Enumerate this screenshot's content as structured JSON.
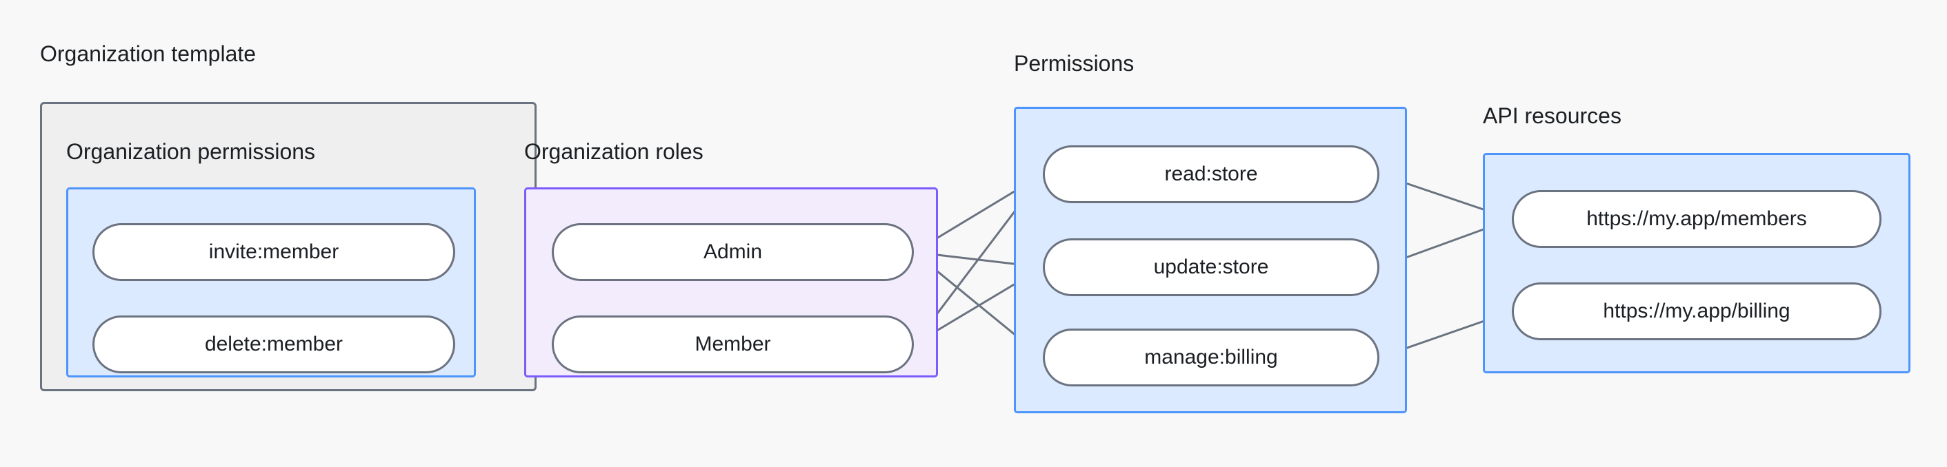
{
  "diagram": {
    "title_hidden": "",
    "colors": {
      "page_background": "#f7f8f7",
      "outer_box_border": "#6b7280",
      "outer_box_fill": "#eeefee",
      "blue_border": "#4d94fb",
      "blue_fill": "#dbeafe",
      "purple_border": "#7c5cfa",
      "purple_fill": "#f3ecfd",
      "pill_border": "#6b7280",
      "pill_fill": "#ffffff",
      "edge_color": "#6b7280",
      "text_color": "#1b1f23"
    },
    "groups": {
      "organization_template": {
        "label": "Organization template"
      },
      "organization_permissions": {
        "label": "Organization permissions"
      },
      "organization_roles": {
        "label": "Organization roles"
      },
      "permissions": {
        "label": "Permissions"
      },
      "api_resources": {
        "label": "API resources"
      }
    },
    "nodes": {
      "organization_permissions": [
        {
          "id": "invite-member",
          "label": "invite:member"
        },
        {
          "id": "delete-member",
          "label": "delete:member"
        }
      ],
      "organization_roles": [
        {
          "id": "admin",
          "label": "Admin"
        },
        {
          "id": "member",
          "label": "Member"
        }
      ],
      "permissions": [
        {
          "id": "read-store",
          "label": "read:store"
        },
        {
          "id": "update-store",
          "label": "update:store"
        },
        {
          "id": "manage-billing",
          "label": "manage:billing"
        }
      ],
      "api_resources": [
        {
          "id": "members-url",
          "label": "https://my.app/members"
        },
        {
          "id": "billing-url",
          "label": "https://my.app/billing"
        }
      ]
    },
    "edges": [
      {
        "from": "invite-member",
        "to": "admin"
      },
      {
        "from": "invite-member",
        "to": "member"
      },
      {
        "from": "delete-member",
        "to": "member"
      },
      {
        "from": "admin",
        "to": "read-store"
      },
      {
        "from": "admin",
        "to": "update-store"
      },
      {
        "from": "admin",
        "to": "manage-billing"
      },
      {
        "from": "member",
        "to": "read-store"
      },
      {
        "from": "member",
        "to": "update-store"
      },
      {
        "from": "read-store",
        "to": "members-url"
      },
      {
        "from": "update-store",
        "to": "members-url"
      },
      {
        "from": "manage-billing",
        "to": "billing-url"
      }
    ]
  }
}
